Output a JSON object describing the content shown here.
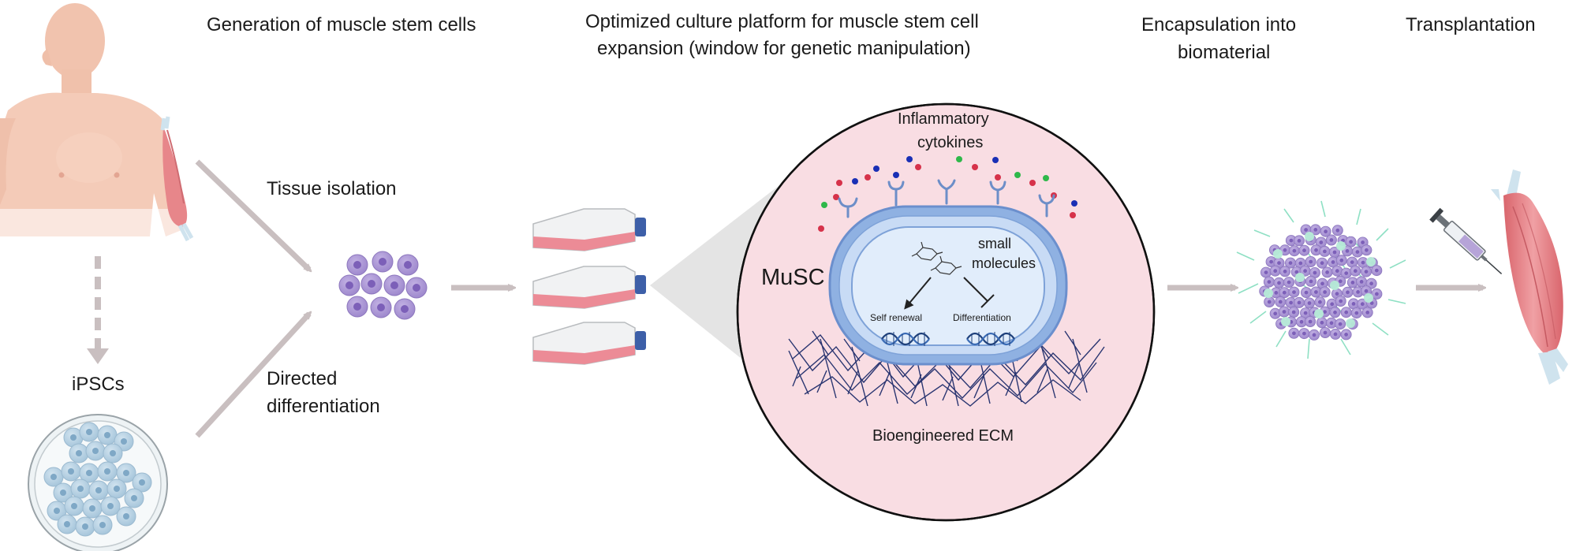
{
  "headings": {
    "generation": "Generation of muscle stem cells",
    "culture_line1": "Optimized culture platform for muscle stem cell",
    "culture_line2": "expansion (window for genetic manipulation)",
    "encapsulation_line1": "Encapsulation into",
    "encapsulation_line2": "biomaterial",
    "transplantation": "Transplantation"
  },
  "labels": {
    "tissue_isolation": "Tissue isolation",
    "ipscs": "iPSCs",
    "directed_line1": "Directed",
    "directed_line2": "differentiation",
    "inflammatory_line1": "Inflammatory",
    "inflammatory_line2": "cytokines",
    "small_molecules_line1": "small",
    "small_molecules_line2": "molecules",
    "musc": "MuSC",
    "self_renewal": "Self renewal",
    "differentiation": "Differentiation",
    "ecm": "Bioengineered ECM"
  },
  "colors": {
    "skin": "#f4c9b6",
    "muscle": "#e8868a",
    "tendon": "#cfe3ee",
    "stem_cell": "#a58fd0",
    "stem_nucleus": "#7c5fb8",
    "ipsc": "#a9c8de",
    "flask_medium": "#ec8b96",
    "flask_cap": "#3d5fa8",
    "arrow": "#c9bfc0",
    "zoom_bg": "#f9dde3",
    "cell_membrane": "#8fb1e2",
    "nucleus_fill": "#e1edfb",
    "ecm": "#1f2d6b",
    "receptor": "#6d8ec8",
    "dna": "#1d3f7a",
    "gel_fiber": "#8fe0c4"
  },
  "icons": [
    "human-silhouette-icon",
    "petri-dish-icon",
    "culture-flask-icon",
    "syringe-icon",
    "muscle-icon",
    "dna-icon",
    "hexose-molecule-icon"
  ]
}
